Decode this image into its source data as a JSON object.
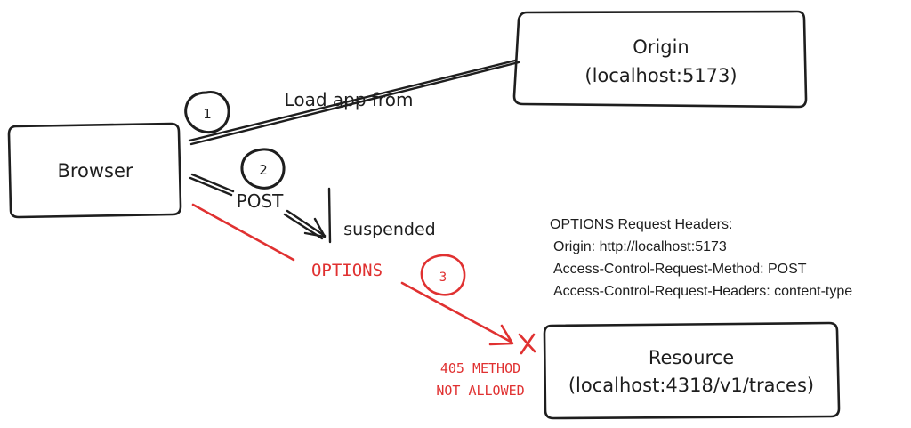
{
  "nodes": {
    "browser": {
      "label": "Browser"
    },
    "origin": {
      "line1": "Origin",
      "line2": "(localhost:5173)"
    },
    "resource": {
      "line1": "Resource",
      "line2": "(localhost:4318/v1/traces)"
    }
  },
  "steps": {
    "step1": {
      "number": "1",
      "label": "Load app from"
    },
    "step2": {
      "number": "2",
      "label": "POST",
      "note": "suspended"
    },
    "step3": {
      "number": "3",
      "label": "OPTIONS",
      "error_line1": "405 METHOD",
      "error_line2": "NOT ALLOWED"
    }
  },
  "headers_note": {
    "title": "OPTIONS Request Headers:",
    "lines": [
      "Origin: http://localhost:5173",
      "Access-Control-Request-Method: POST",
      "Access-Control-Request-Headers: content-type"
    ]
  },
  "colors": {
    "ink": "#1e1e1e",
    "error": "#e03131",
    "background": "#ffffff"
  }
}
